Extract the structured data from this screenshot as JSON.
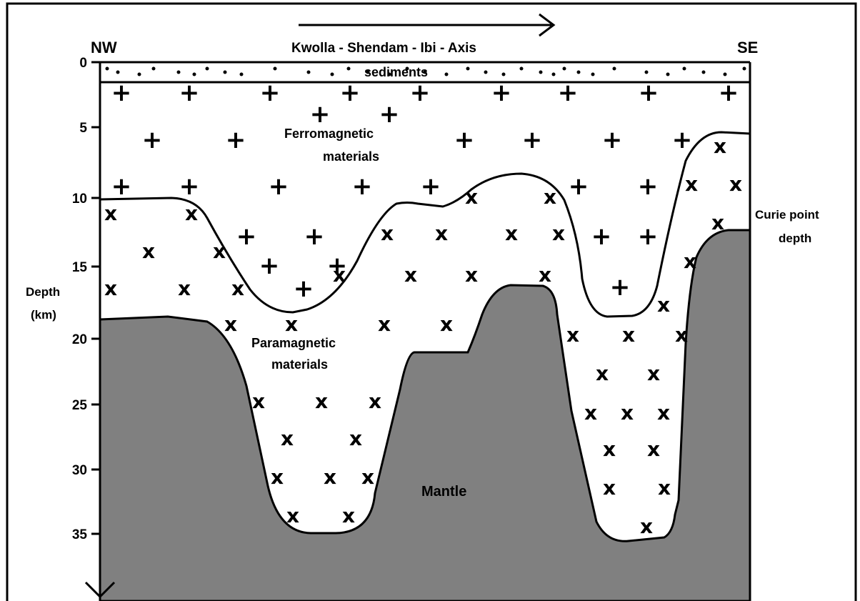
{
  "header": {
    "profile_title": "Kwolla -  Shendam -  Ibi - Axis",
    "left_end": "NW",
    "right_end": "SE"
  },
  "depth_axis": {
    "label_line1": "Depth",
    "label_line2": "(km)",
    "ticks": [
      "0",
      "5",
      "10",
      "15",
      "20",
      "25",
      "30",
      "35"
    ]
  },
  "layers": {
    "sediments": "sediments",
    "ferromagnetic_line1": "Ferromagnetic",
    "ferromagnetic_line2": "materials",
    "paramagnetic_line1": "Paramagnetic",
    "paramagnetic_line2": "materials",
    "mantle": "Mantle",
    "curie_line1": "Curie point",
    "curie_line2": "depth"
  },
  "symbols": {
    "ferromagnetic": "+",
    "paramagnetic": "x"
  },
  "colors": {
    "mantle": "#808080",
    "lines": "#000000",
    "background": "#ffffff"
  }
}
